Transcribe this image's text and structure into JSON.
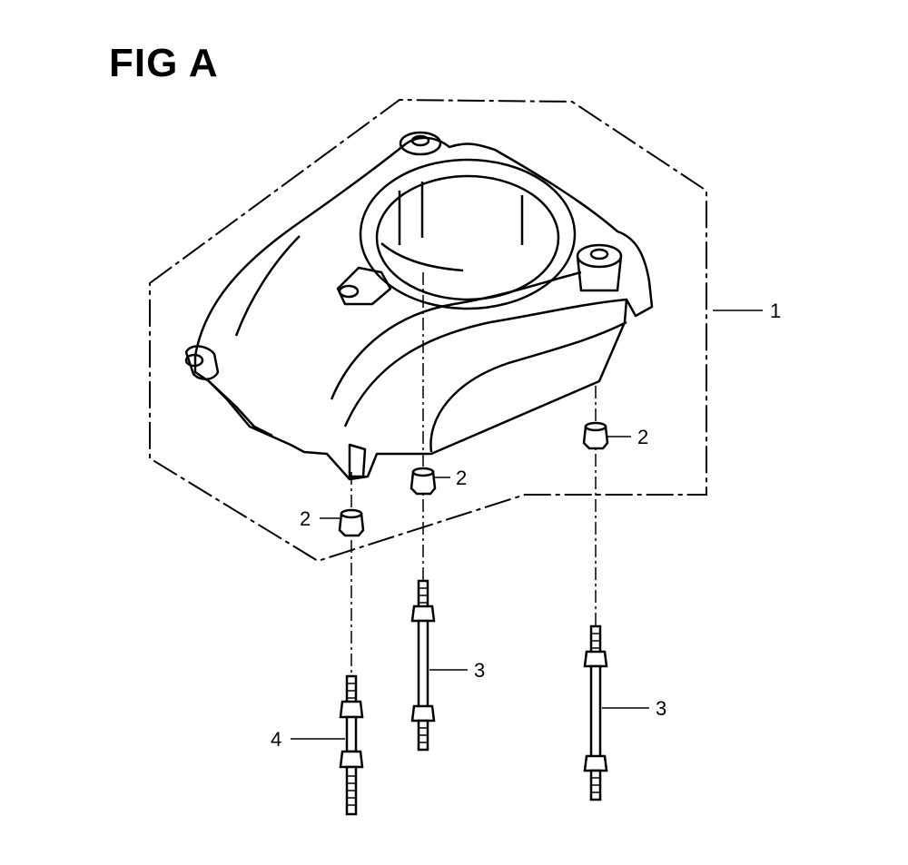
{
  "figure": {
    "title": "FIG A",
    "callouts": {
      "part1": "1",
      "part2_a": "2",
      "part2_b": "2",
      "part2_c": "2",
      "part3_a": "3",
      "part3_b": "3",
      "part4": "4"
    }
  },
  "colors": {
    "ink": "#000000",
    "background": "#ffffff"
  }
}
